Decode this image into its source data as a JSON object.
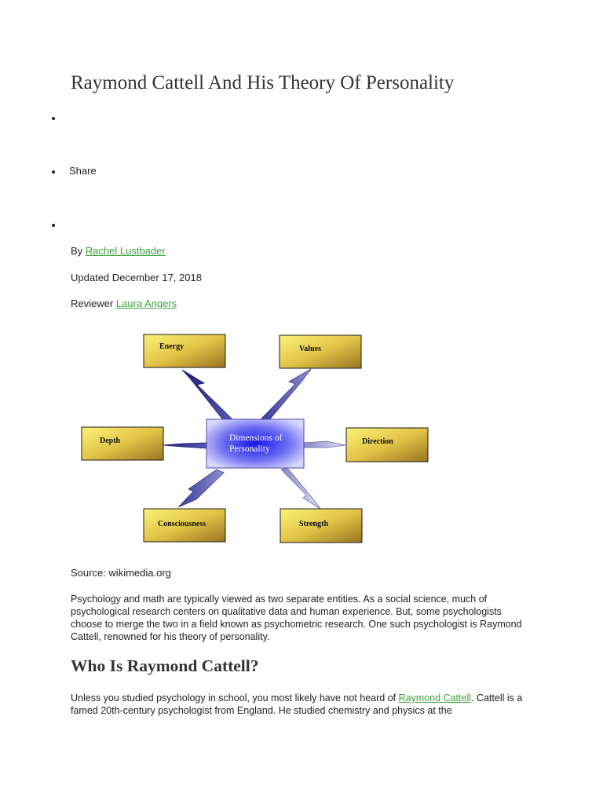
{
  "article": {
    "title": "Raymond Cattell And His Theory Of Personality",
    "share_label": "Share",
    "by_prefix": "By",
    "author": "Rachel Lustbader",
    "updated": "Updated December 17, 2018",
    "reviewer_prefix": "Reviewer",
    "reviewer": "Laura Angers",
    "source": "Source: wikimedia.org",
    "intro_paragraph": "Psychology and math are typically viewed as two separate entities. As a social science, much of psychological research centers on qualitative data and human experience. But, some psychologists choose to merge the two in a field known as psychometric research. One such psychologist is Raymond Cattell, renowned for his theory of personality.",
    "section_heading": "Who Is Raymond Cattell?",
    "section_paragraph_before": "Unless you studied psychology in school, you most likely have not heard of ",
    "section_paragraph_link": "Raymond Cattell",
    "section_paragraph_after": ". Cattell is a famed 20th-century psychologist from England. He studied chemistry and physics at the"
  },
  "diagram": {
    "center_line1": "Dimensions of",
    "center_line2": "Personality",
    "nodes": {
      "energy": "Energy",
      "values": "Values",
      "depth": "Depth",
      "direction": "Direction",
      "consciousness": "Consciousness",
      "strength": "Strength"
    }
  },
  "colors": {
    "link": "#3aa23a",
    "node_gold_light": "#fbf27a",
    "node_gold_dark": "#9a7420",
    "center_blue": "#3a3af0",
    "arrow_dark": "#2c2c8c",
    "arrow_light": "#c8c8e6"
  }
}
